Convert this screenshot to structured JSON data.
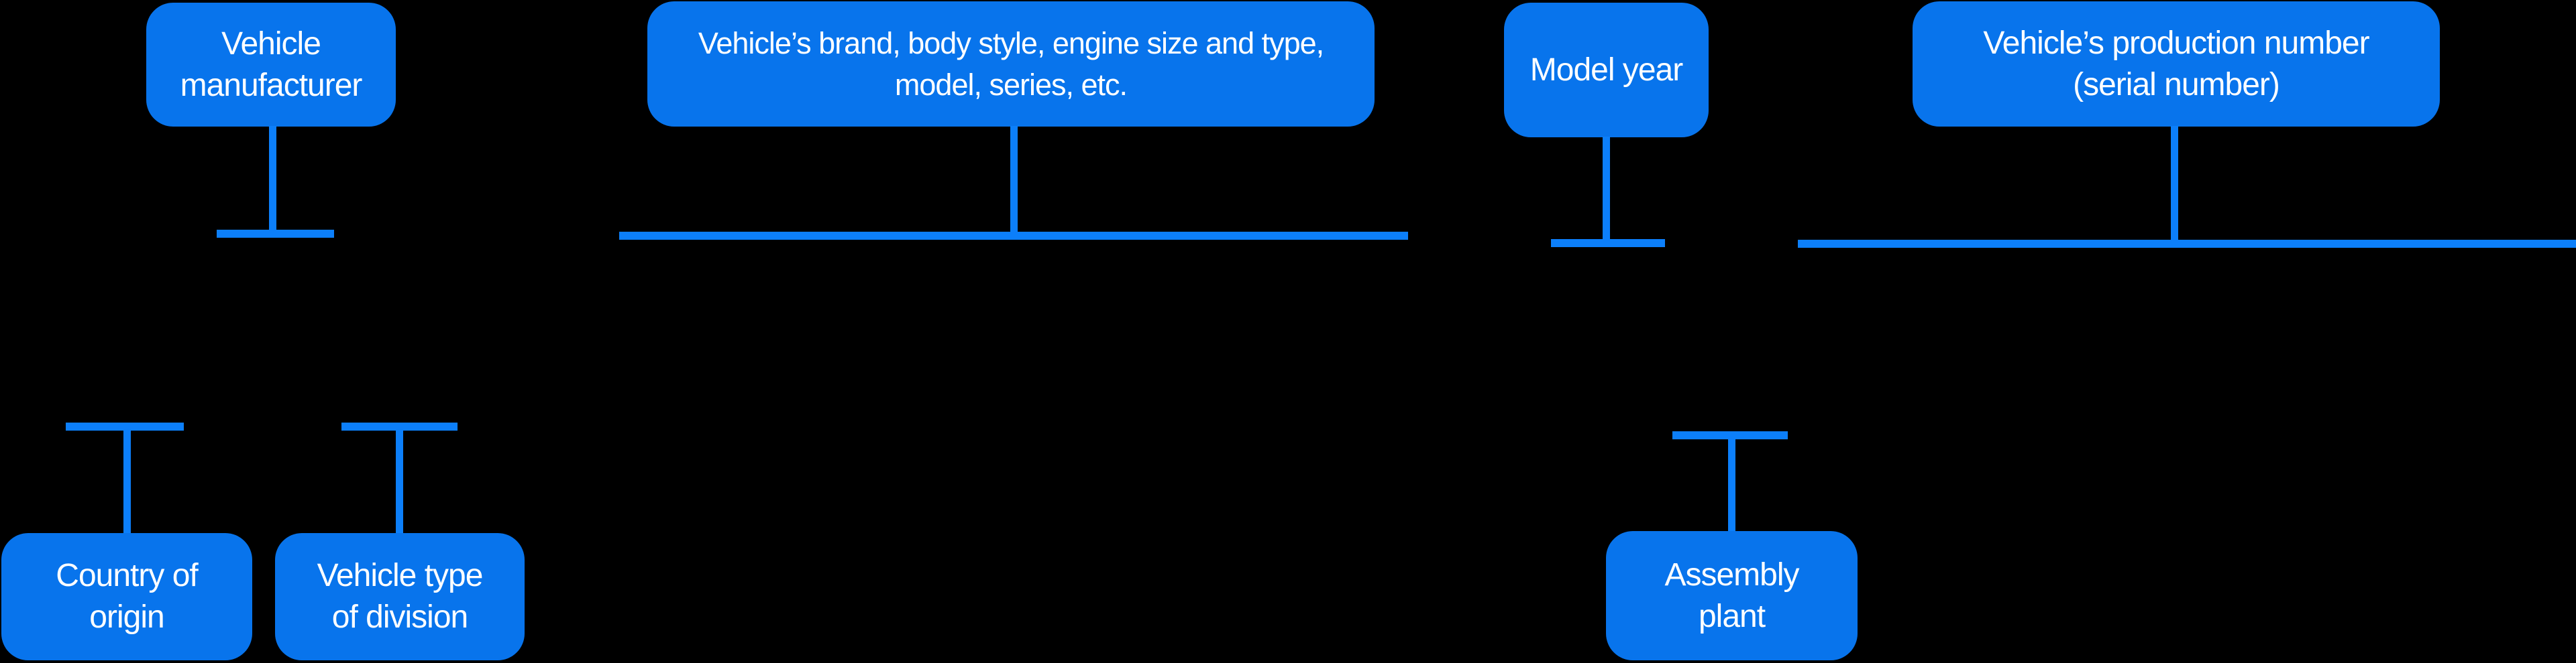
{
  "canvas": {
    "background_color": "#000000",
    "box_color": "#0874ec",
    "connector_color": "#0c7ffa",
    "text_color": "#ffffff"
  },
  "diagram": {
    "nodes": {
      "manufacturer": {
        "lines": [
          "Vehicle",
          "manufacturer"
        ]
      },
      "descriptor": {
        "lines": [
          "Vehicle’s brand, body style, engine size and type,",
          "model, series, etc."
        ]
      },
      "model_year": {
        "lines": [
          "Model year"
        ]
      },
      "production": {
        "lines": [
          "Vehicle’s production number",
          "(serial number)"
        ]
      },
      "country": {
        "lines": [
          "Country of",
          "origin"
        ]
      },
      "vehicle_type": {
        "lines": [
          "Vehicle type",
          "of division"
        ]
      },
      "assembly": {
        "lines": [
          "Assembly",
          "plant"
        ]
      }
    }
  }
}
